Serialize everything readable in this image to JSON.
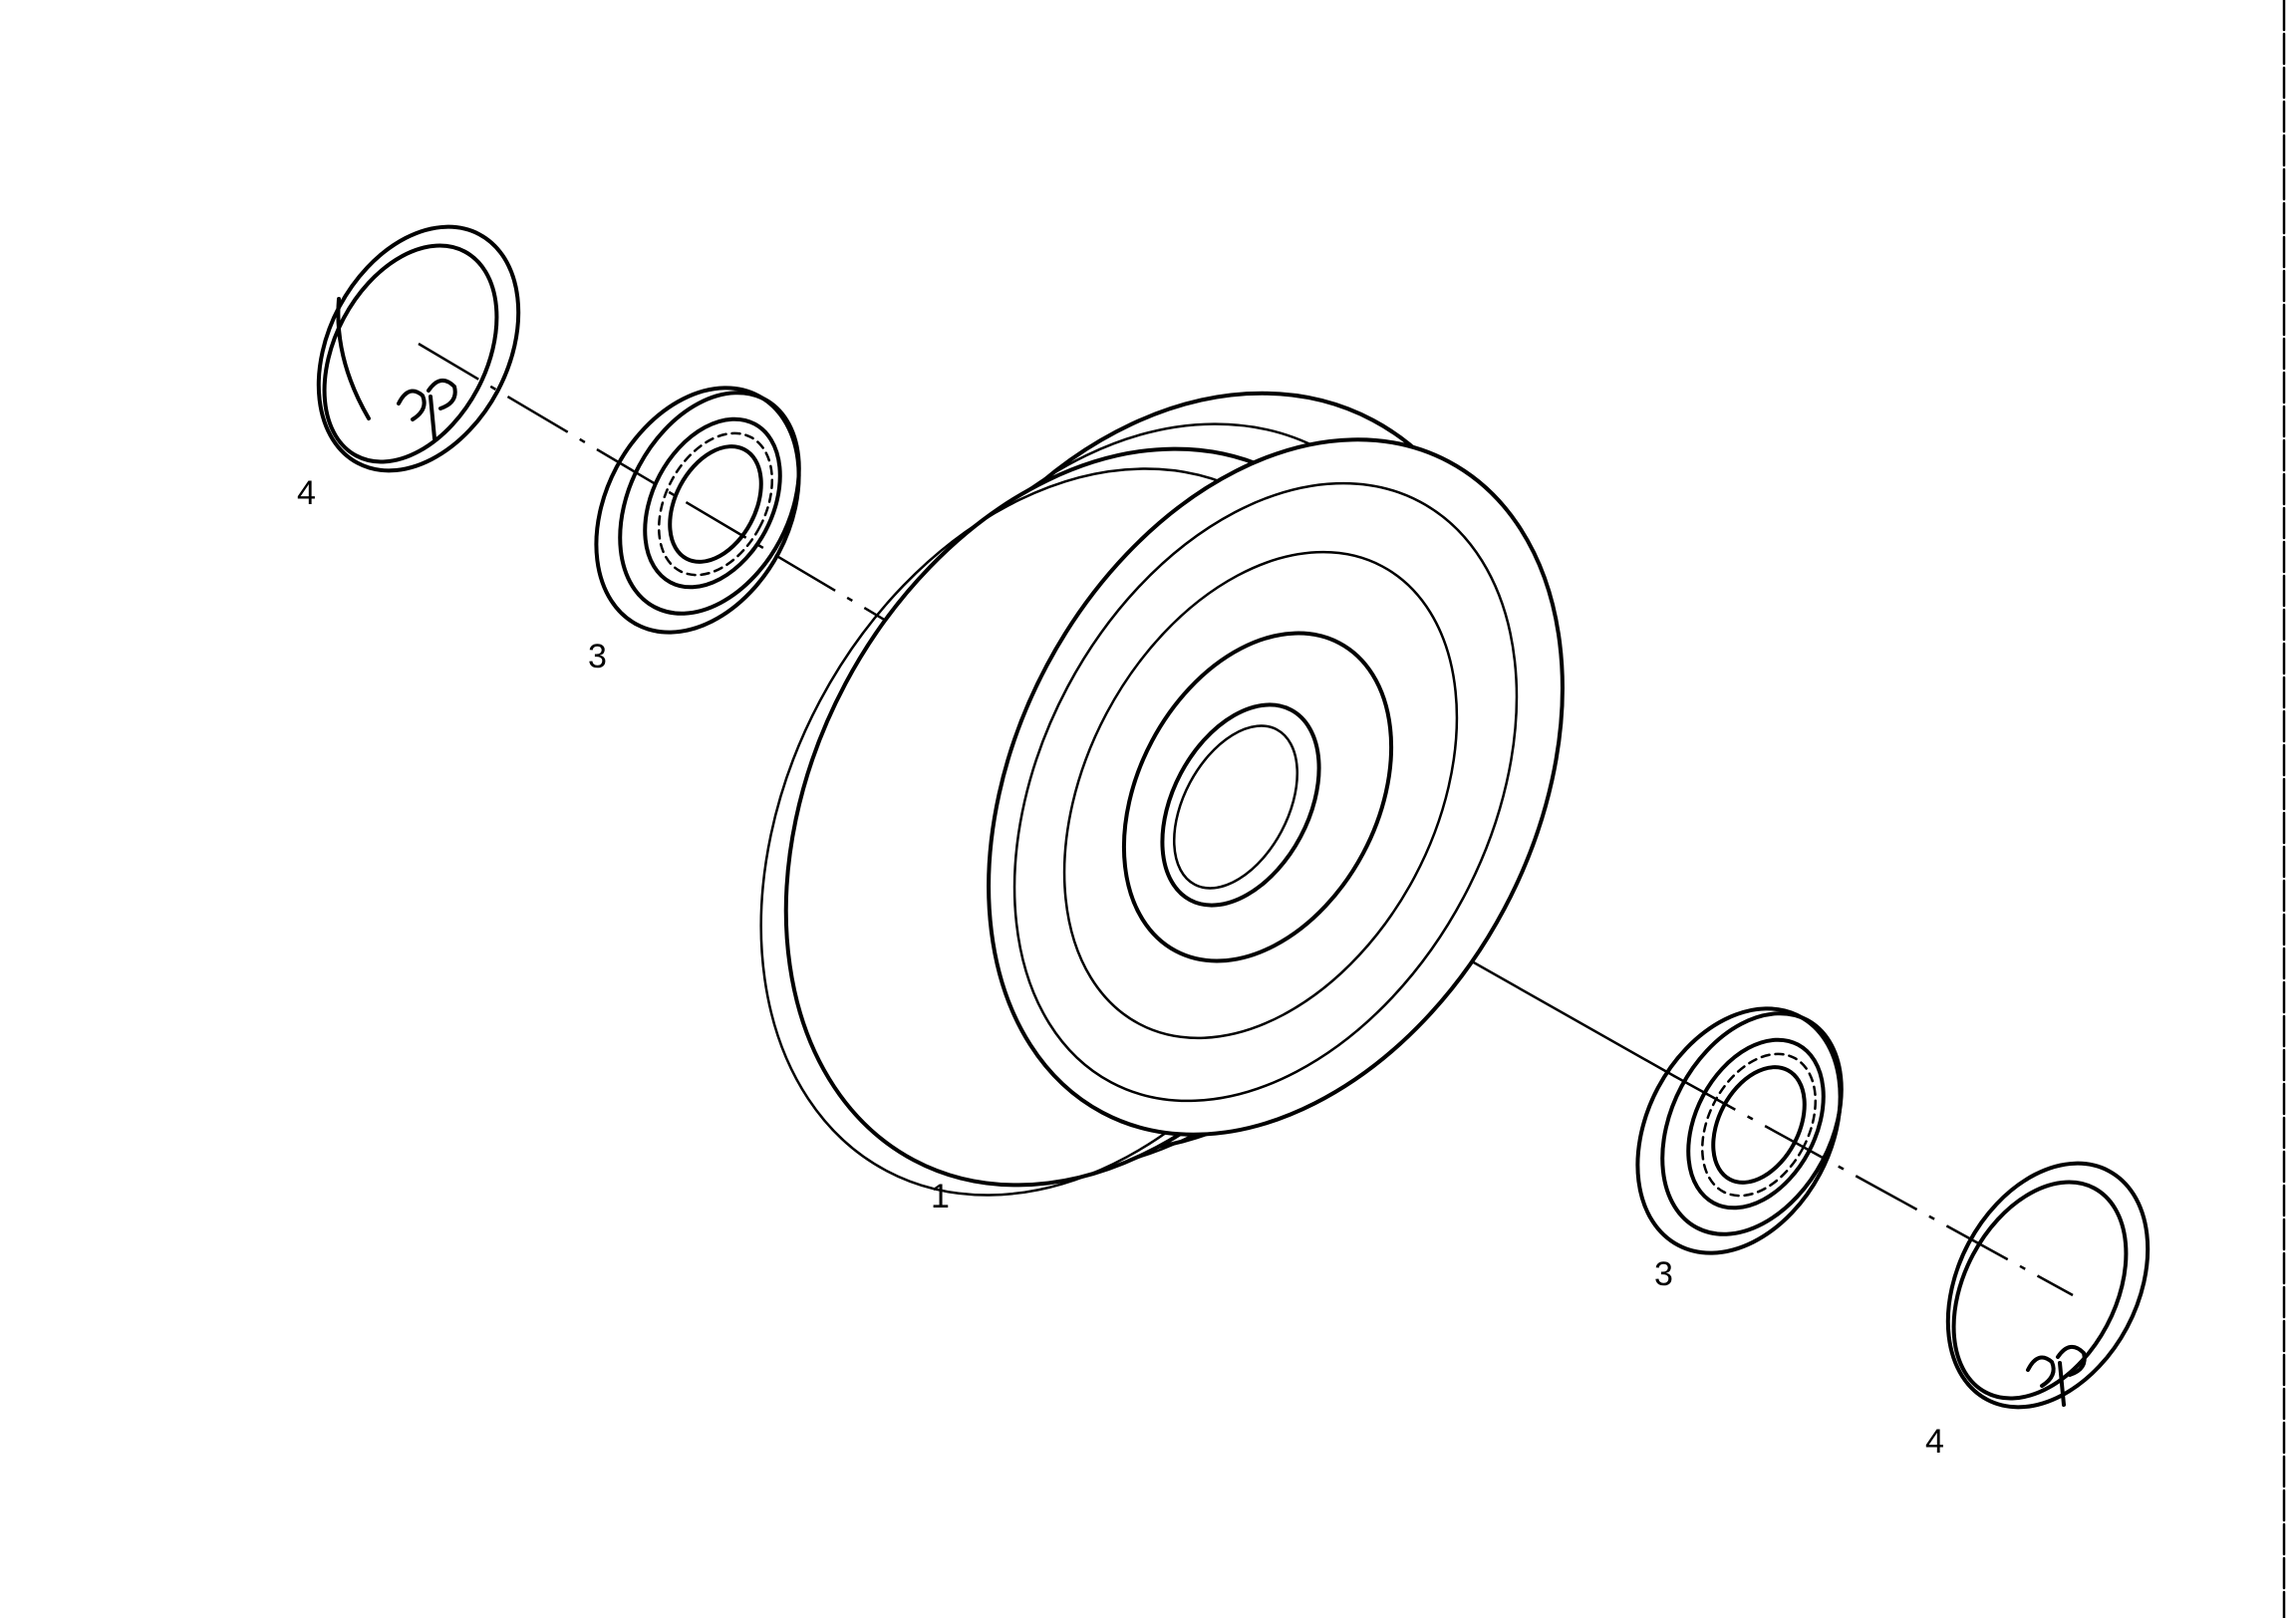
{
  "callouts": [
    {
      "label": "4"
    },
    {
      "label": "3"
    },
    {
      "label": "1"
    },
    {
      "label": "3"
    },
    {
      "label": "4"
    }
  ]
}
